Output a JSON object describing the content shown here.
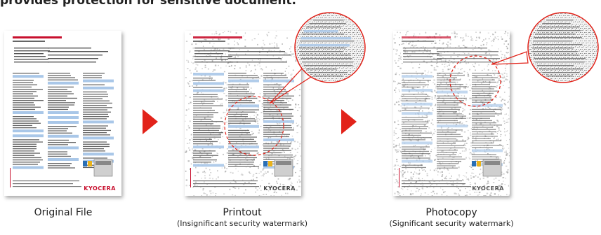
{
  "headline": "provides protection for sensitive document.",
  "panels": [
    {
      "caption": "Original File",
      "subcaption": ""
    },
    {
      "caption": "Printout",
      "subcaption": "(Insignificant security watermark)"
    },
    {
      "caption": "Photocopy",
      "subcaption": "(Significant security watermark)"
    }
  ],
  "brand": "KYOCERA",
  "colors": {
    "accent": "#e2231a",
    "doc_heading": "#c8102e",
    "doc_band": "#a9c7e8",
    "noise": "#b0b0b0"
  },
  "icons": [
    "next-arrow-icon",
    "next-arrow-icon",
    "magnifier-callout-icon",
    "magnifier-callout-icon"
  ]
}
